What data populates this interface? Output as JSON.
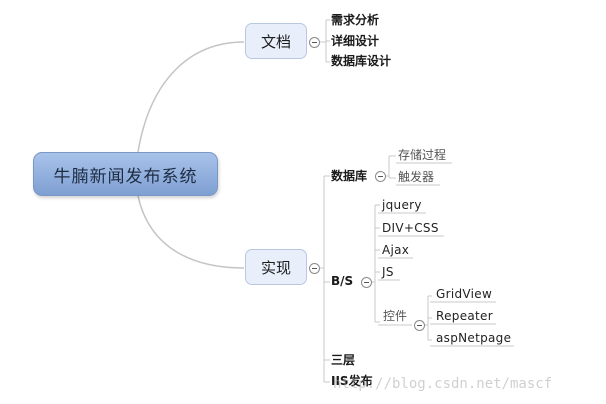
{
  "root": {
    "label": "牛腩新闻发布系统"
  },
  "docs": {
    "label": "文档",
    "children": [
      "需求分析",
      "详细设计",
      "数据库设计"
    ]
  },
  "impl": {
    "label": "实现",
    "database": {
      "label": "数据库",
      "children": [
        "存储过程",
        "触发器"
      ]
    },
    "bs": {
      "label": "B/S",
      "children": [
        "jquery",
        "DIV+CSS",
        "Ajax",
        "JS"
      ],
      "controls": {
        "label": "控件",
        "children": [
          "GridView",
          "Repeater",
          "aspNetpage"
        ]
      }
    },
    "layers": "三层",
    "iis": "IIS发布"
  },
  "watermark": "http://blog.csdn.net/mascf",
  "colors": {
    "root_fill": "#8fadde",
    "branch_fill": "#e8effa",
    "line": "#c8c8c8"
  }
}
